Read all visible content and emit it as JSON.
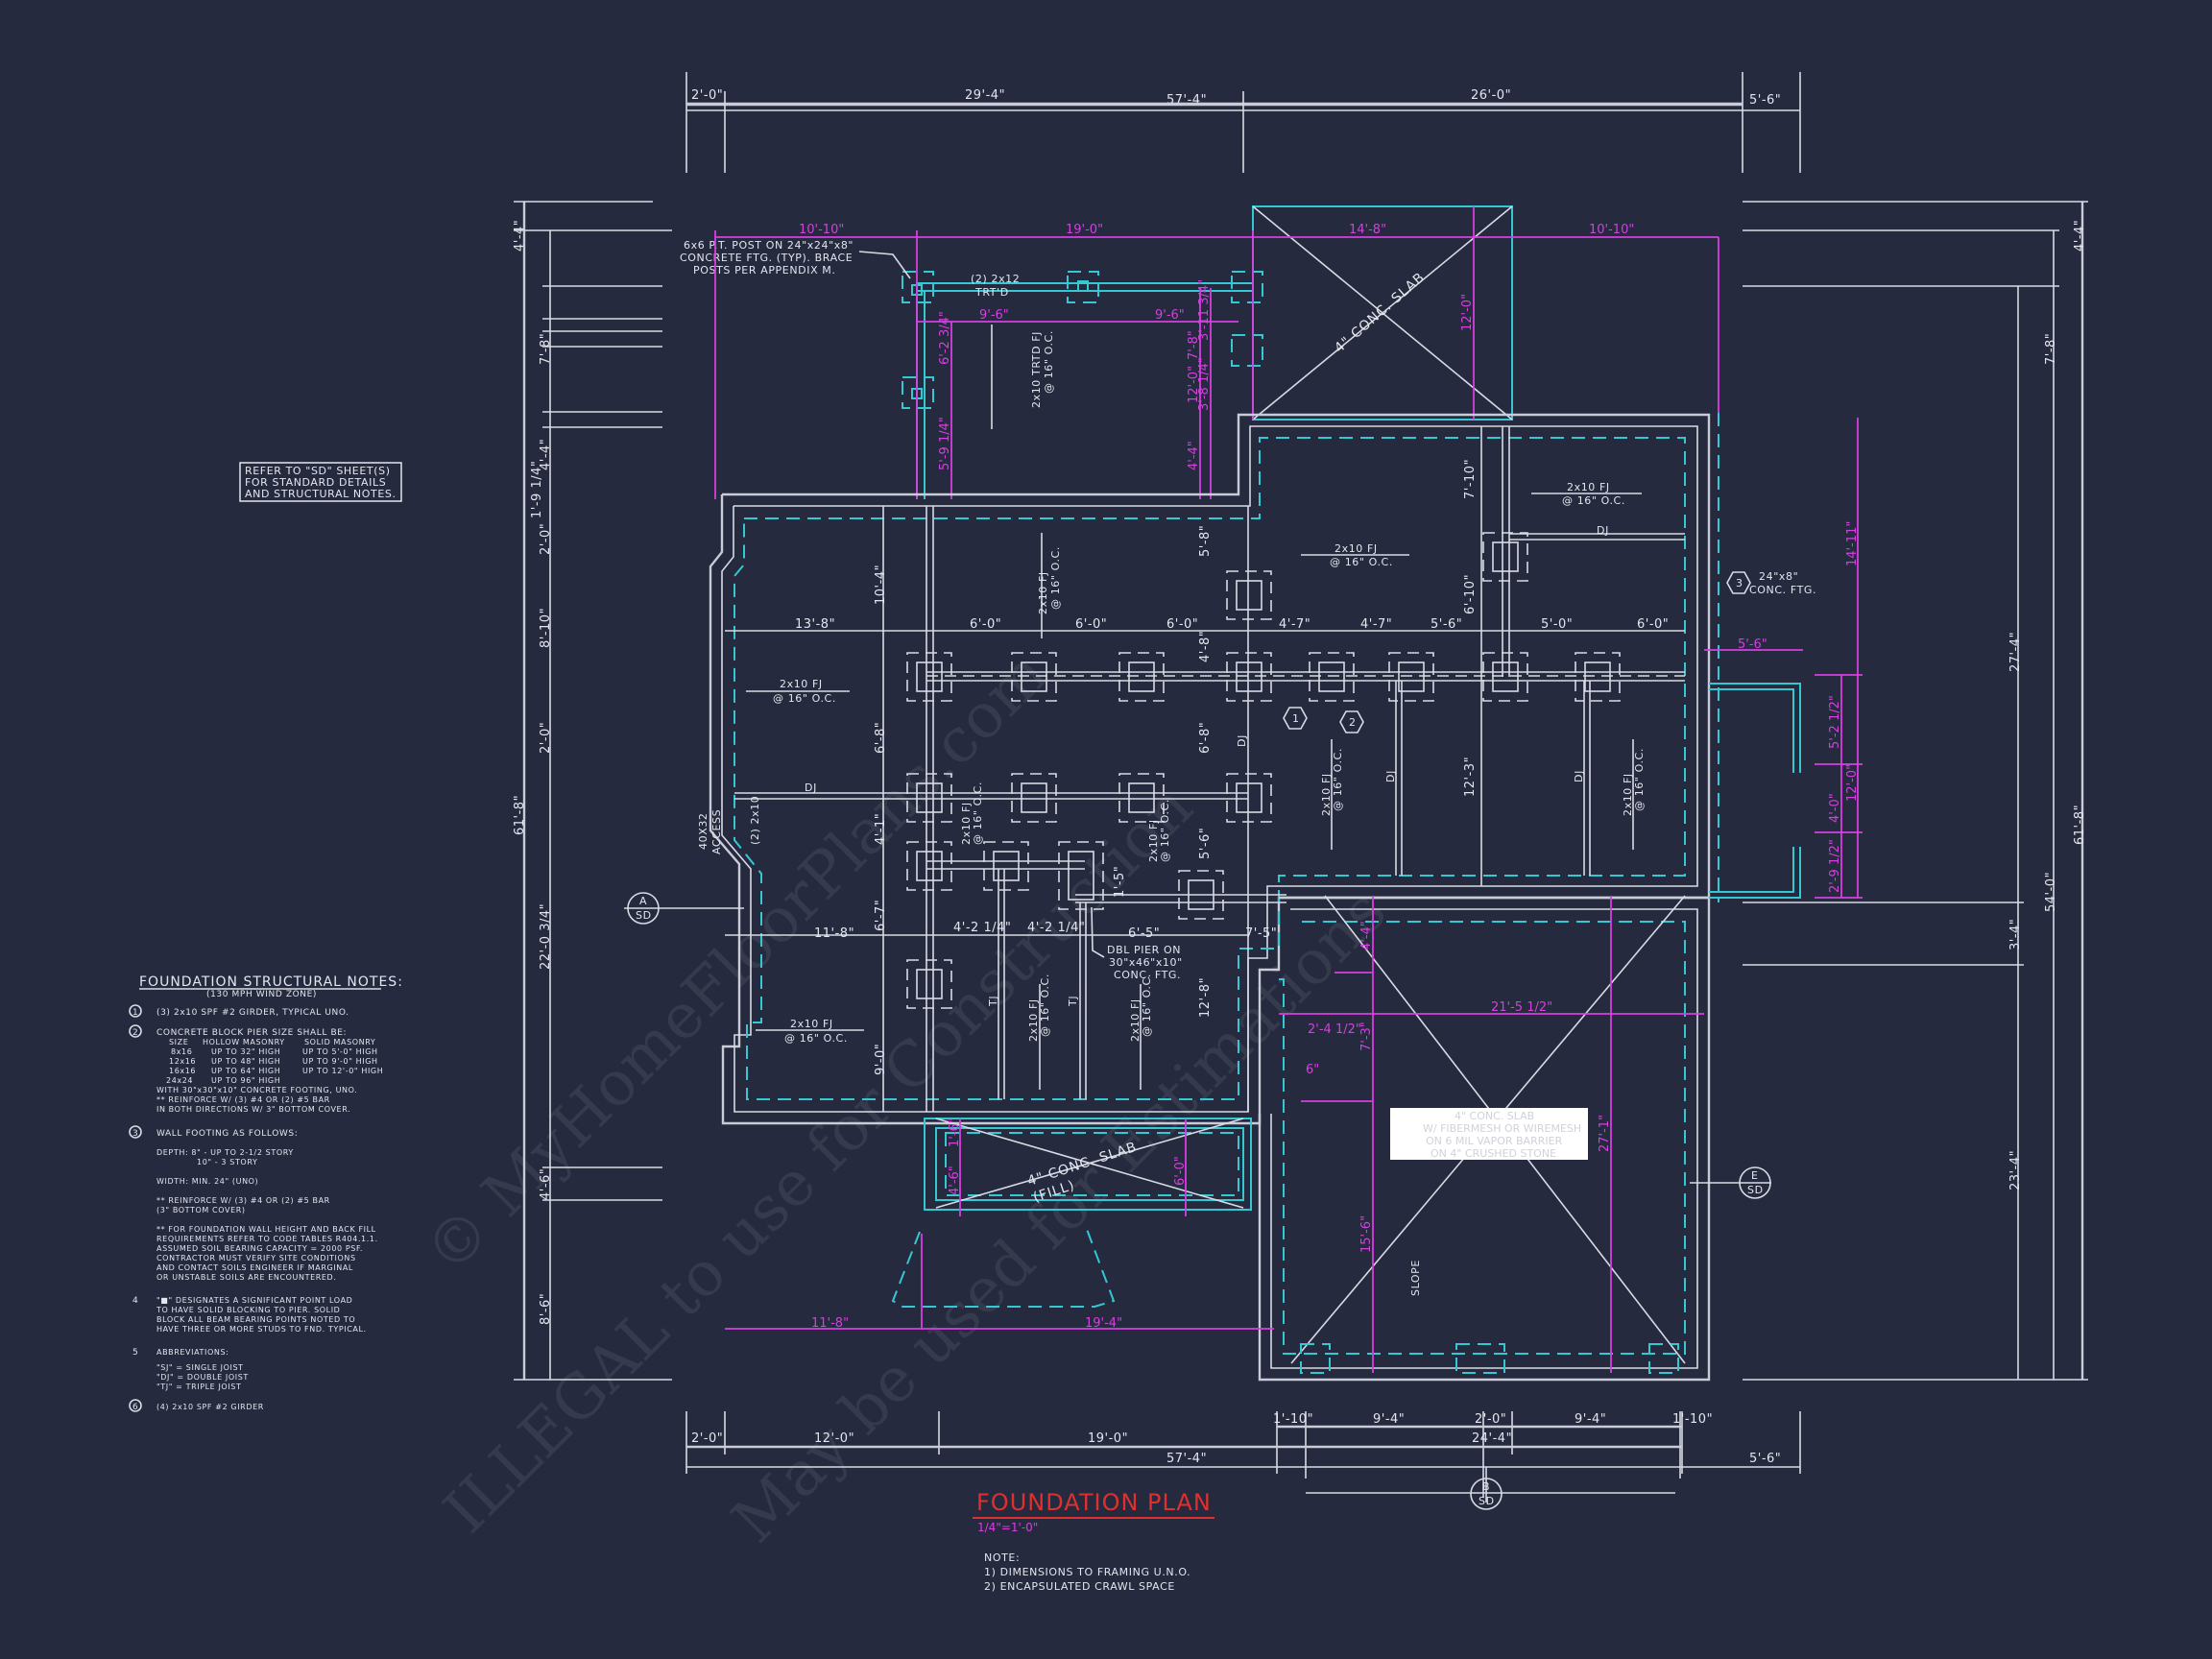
{
  "sheet": {
    "title": "FOUNDATION PLAN",
    "scale": "1/4\"=1'-0\"",
    "background": "#252a3e",
    "colors": {
      "lines": "#d8dbe3",
      "walls_cyan": "#35c8d2",
      "dims_magenta": "#d63fe0",
      "title_red": "#e0302e"
    }
  },
  "notes": {
    "heading": "NOTE:",
    "items": [
      "1) DIMENSIONS TO FRAMING U.N.O.",
      "2) ENCAPSULATED CRAWL SPACE"
    ]
  },
  "refer_box": {
    "lines": [
      "REFER TO \"SD\" SHEET(S)",
      "FOR STANDARD DETAILS",
      "AND STRUCTURAL NOTES."
    ]
  },
  "structural_notes": {
    "heading": "FOUNDATION STRUCTURAL NOTES:",
    "subheading": "(130 MPH WIND ZONE)",
    "n1": {
      "tag": "1",
      "text": "(3) 2x10 SPF #2 GIRDER, TYPICAL UNO."
    },
    "n2": {
      "tag": "2",
      "text": "CONCRETE BLOCK PIER SIZE SHALL BE:",
      "table_headers": [
        "SIZE",
        "HOLLOW MASONRY",
        "SOLID MASONRY"
      ],
      "rows": [
        [
          "8x16",
          "UP TO 32\" HIGH",
          "UP TO 5'-0\" HIGH"
        ],
        [
          "12x16",
          "UP TO 48\" HIGH",
          "UP TO 9'-0\" HIGH"
        ],
        [
          "16x16",
          "UP TO 64\" HIGH",
          "UP TO 12'-0\" HIGH"
        ],
        [
          "24x24",
          "UP TO 96\" HIGH",
          ""
        ]
      ],
      "after": [
        "WITH 30\"x30\"x10\" CONCRETE FOOTING, UNO.",
        "** REINFORCE W/ (3) #4 OR (2) #5 BAR",
        "IN BOTH DIRECTIONS W/ 3\" BOTTOM COVER."
      ]
    },
    "n3": {
      "tag": "3",
      "text": "WALL FOOTING AS FOLLOWS:",
      "depth1": "DEPTH: 8\" - UP TO 2-1/2 STORY",
      "depth2": "10\" - 3 STORY",
      "width": "WIDTH:  MIN. 24\" (UNO)",
      "reinforce1": "** REINFORCE W/ (3) #4 OR (2) #5 BAR",
      "reinforce2": "(3\" BOTTOM COVER)",
      "para": [
        "** FOR FOUNDATION WALL HEIGHT AND BACK FILL",
        "REQUIREMENTS REFER TO CODE TABLES R404.1.1.",
        "ASSUMED SOIL BEARING CAPACITY = 2000 PSF.",
        "CONTRACTOR MUST VERIFY SITE CONDITIONS",
        "AND CONTACT SOILS ENGINEER IF MARGINAL",
        "OR UNSTABLE SOILS ARE ENCOUNTERED."
      ]
    },
    "n4": {
      "tag": "4",
      "lines": [
        "\"■\" DESIGNATES A SIGNIFICANT POINT LOAD",
        "TO HAVE SOLID BLOCKING TO PIER.  SOLID",
        "BLOCK ALL BEAM BEARING POINTS NOTED TO",
        "HAVE THREE OR MORE STUDS TO FND. TYPICAL."
      ]
    },
    "n5": {
      "tag": "5",
      "text": "ABBREVIATIONS:",
      "abbr": [
        "\"SJ\" = SINGLE JOIST",
        "\"DJ\" = DOUBLE JOIST",
        "\"TJ\" = TRIPLE JOIST"
      ]
    },
    "n6": {
      "tag": "6",
      "text": "(4) 2x10 SPF #2 GIRDER"
    }
  },
  "dims_top": {
    "overall": "57'-4\"",
    "right_ext": "5'-6\"",
    "seg1": "2'-0\"",
    "seg2": "29'-4\"",
    "seg3": "26'-0\""
  },
  "dims_bottom": {
    "overall": "57'-4\"",
    "right_ext": "5'-6\"",
    "seg1": "2'-0\"",
    "seg2": "12'-0\"",
    "seg3": "19'-0\"",
    "seg4": "24'-4\"",
    "garage": [
      "1'-10\"",
      "9'-4\"",
      "2'-0\"",
      "9'-4\"",
      "1'-10\""
    ]
  },
  "dims_left": {
    "overall": "61'-8\"",
    "top": "4'-4\"",
    "segs": [
      "7'-8\"",
      "4'-4\"",
      "1'-9 1/4\"",
      "2'-0\"",
      "8'-10\"",
      "2'-0\"",
      "22'-0 3/4\"",
      "4'-6\"",
      "8'-6\""
    ]
  },
  "dims_right": {
    "overall": "61'-8\"",
    "top": "4'-4\"",
    "mid": "54'-0\"",
    "segs": [
      "7'-8\"",
      "27'-4\"",
      "3'-4\"",
      "23'-4\""
    ]
  },
  "magenta_dims": {
    "porch_top1": "10'-10\"",
    "porch_top2": "19'-0\"",
    "porch_in1": "9'-6\"",
    "porch_in2": "9'-6\"",
    "porch_v1": "6'-2 3/4\"",
    "porch_v2": "5'-9 1/4\"",
    "porch_v3": "12'-0\"",
    "porch_v4": "7'-8\"",
    "porch_v5": "3'-11 3/4\"",
    "porch_v6": "3'-8 1/4\"",
    "porch_v7": "4'-4\"",
    "slab_top1": "14'-8\"",
    "slab_top2": "10'-10\"",
    "slab_v": "12'-0\"",
    "right_v1": "14'-11\"",
    "right_h": "5'-6\"",
    "right_v2": "5'-2 1/2\"",
    "right_v3": "4'-0\"",
    "right_v4": "2'-9 1/2\"",
    "right_v5": "12'-0\"",
    "garage_h": "21'-5 1/2\"",
    "garage_a": "2'-4 1/2\"",
    "garage_b": "6\"",
    "garage_v1": "4'-4\"",
    "garage_v2": "7'-3\"",
    "garage_v3": "15'-6\"",
    "garage_v4": "27'-1\"",
    "stoop_v1": "1'-6\"",
    "stoop_v2": "4'-6\"",
    "stoop_v3": "6'-0\"",
    "stoop_h1": "11'-8\"",
    "stoop_h2": "19'-4\""
  },
  "interior_dims": {
    "row1": [
      "13'-8\"",
      "6'-0\"",
      "6'-0\"",
      "6'-0\"",
      "4'-7\"",
      "4'-7\"",
      "5'-6\"",
      "5'-0\"",
      "6'-0\""
    ],
    "row2": [
      "11'-8\"",
      "4'-2 1/4\"",
      "4'-2 1/4\"",
      "6'-5\"",
      "7'-5\""
    ],
    "v": [
      "10'-4\"",
      "6'-8\"",
      "4'-1\"",
      "6'-7\"",
      "9'-0\"",
      "5'-8\"",
      "4'-8\"",
      "6'-8\"",
      "5'-6\"",
      "12'-8\"",
      "1'-5\"",
      "7'-10\"",
      "6'-10\"",
      "12'-3\""
    ]
  },
  "labels": {
    "post_note": [
      "6x6 P.T. POST ON 24\"x24\"x8\"",
      "CONCRETE FTG. (TYP). BRACE",
      "POSTS PER APPENDIX M."
    ],
    "girder_2x12": "(2) 2x12",
    "trtd": "TRT'D",
    "porch_joist": [
      "2x10 TRTD FJ",
      "@ 16\" O.C."
    ],
    "slab_top": "4\" CONC. SLAB",
    "fj": "2x10 FJ",
    "oc": "@ 16\" O.C.",
    "dj": "DJ",
    "tj": "TJ",
    "access": [
      "40X32",
      "ACCESS"
    ],
    "girder_2x10": "(2) 2x10",
    "dbl_pier": [
      "DBL PIER ON",
      "30\"x46\"x10\"",
      "CONC. FTG."
    ],
    "conc_ftg": [
      "24\"x8\"",
      "CONC. FTG."
    ],
    "stoop_slab": [
      "4\" CONC. SLAB",
      "(FILL)"
    ],
    "garage_slab": [
      "4\" CONC. SLAB",
      "W/ FIBERMESH OR WIREMESH",
      "ON 6 MIL VAPOR BARRIER",
      "ON 4\" CRUSHED STONE"
    ],
    "slope": "SLOPE",
    "tag1": "1",
    "tag2": "2",
    "tag3": "3"
  },
  "section_markers": [
    {
      "letter": "A",
      "sheet": "SD"
    },
    {
      "letter": "B",
      "sheet": "SD"
    },
    {
      "letter": "E",
      "sheet": "SD"
    }
  ],
  "watermark": [
    "© MyHomeFloorPlans.com",
    "ILLEGAL to use for Construction",
    "May be used for Estimations"
  ]
}
